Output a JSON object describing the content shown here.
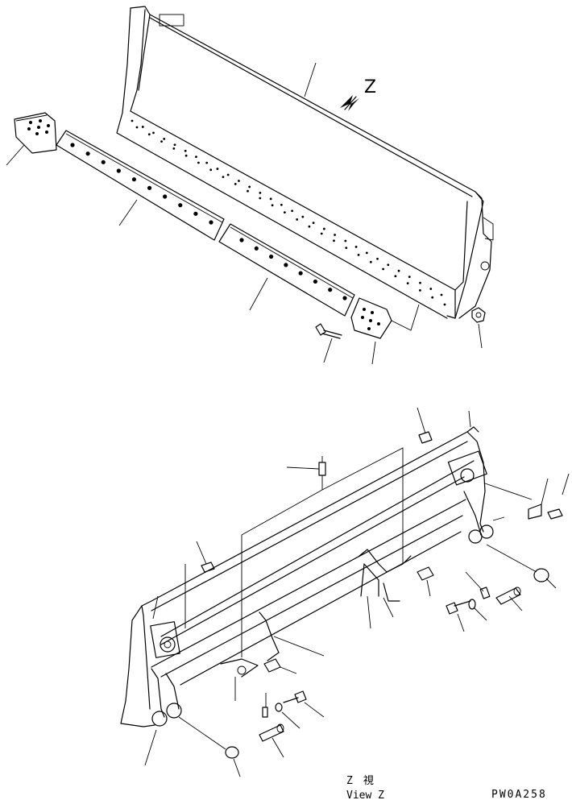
{
  "labels": {
    "z_marker": "Z",
    "view_jp": "Z　視",
    "view_en": "View Z",
    "drawing_code": "PW0A258"
  },
  "colors": {
    "line": "#000000",
    "background": "#ffffff"
  }
}
